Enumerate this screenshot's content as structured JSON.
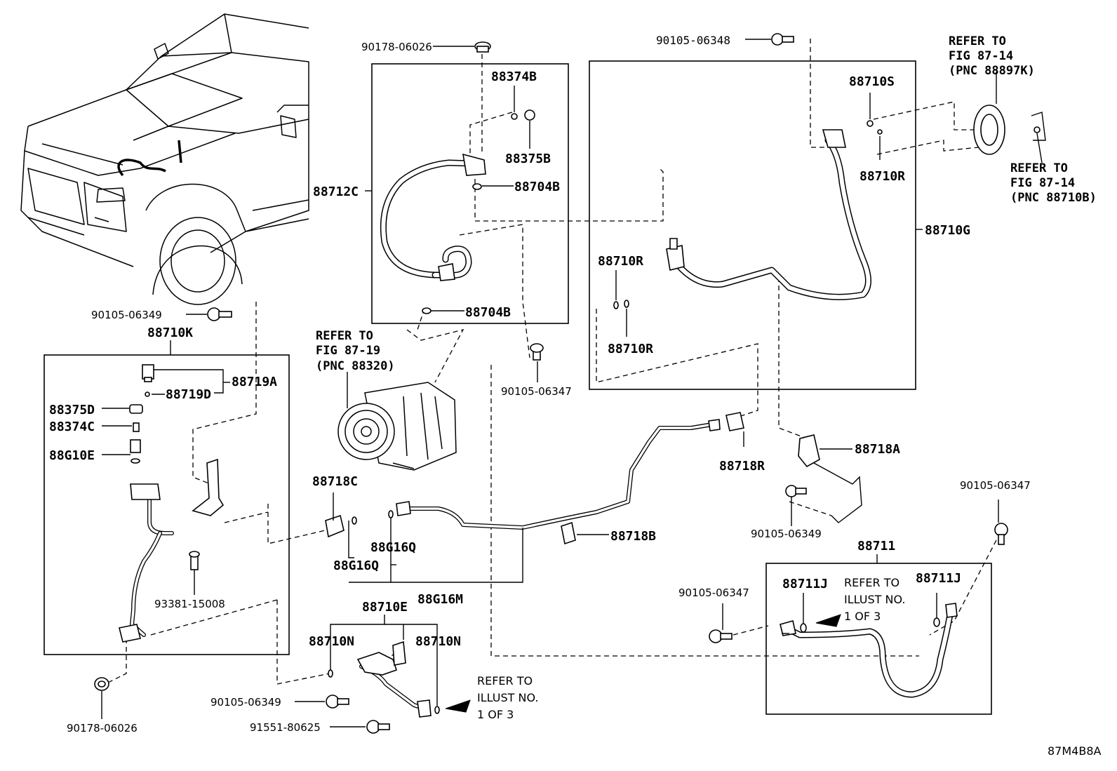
{
  "labels": {
    "p90178_06026_top": "90178-06026",
    "p88374B": "88374B",
    "p88375B": "88375B",
    "p88712C": "88712C",
    "p88704B_a": "88704B",
    "p88704B_b": "88704B",
    "p90105_06348": "90105-06348",
    "p88710S": "88710S",
    "p88710R_a": "88710R",
    "p88710G": "88710G",
    "p88710R_b": "88710R",
    "p88710R_c": "88710R",
    "p90105_06349_a": "90105-06349",
    "p88710K": "88710K",
    "p88719A": "88719A",
    "p88719D": "88719D",
    "p88375D": "88375D",
    "p88374C": "88374C",
    "p88G10E": "88G10E",
    "p90105_06347_a": "90105-06347",
    "p88718R": "88718R",
    "p88718A": "88718A",
    "p88718C": "88718C",
    "p88718B": "88718B",
    "p88G16Q_a": "88G16Q",
    "p88G16Q_b": "88G16Q",
    "p88G16M": "88G16M",
    "p93381_15008": "93381-15008",
    "p90105_06349_b": "90105-06349",
    "p90105_06347_b": "90105-06347",
    "p88711": "88711",
    "p88711J_a": "88711J",
    "p88711J_b": "88711J",
    "p90105_06347_c": "90105-06347",
    "p88710E": "88710E",
    "p88710N_a": "88710N",
    "p88710N_b": "88710N",
    "p90105_06349_c": "90105-06349",
    "p91551_80625": "91551-80625",
    "p90178_06026_bot": "90178-06026"
  },
  "refs": {
    "fig8714_top": [
      "REFER TO",
      "FIG 87-14",
      "(PNC 88897K)"
    ],
    "fig8714_right": [
      "REFER TO",
      "FIG 87-14",
      "(PNC 88710B)"
    ],
    "fig8719": [
      "REFER TO",
      "FIG 87-19",
      "(PNC 88320)"
    ],
    "illust_right": [
      "REFER TO",
      "ILLUST NO.",
      "1 OF 3"
    ],
    "illust_bottom": [
      "REFER TO",
      "ILLUST NO.",
      "1 OF 3"
    ]
  },
  "diagram_code": "87M4B8A"
}
